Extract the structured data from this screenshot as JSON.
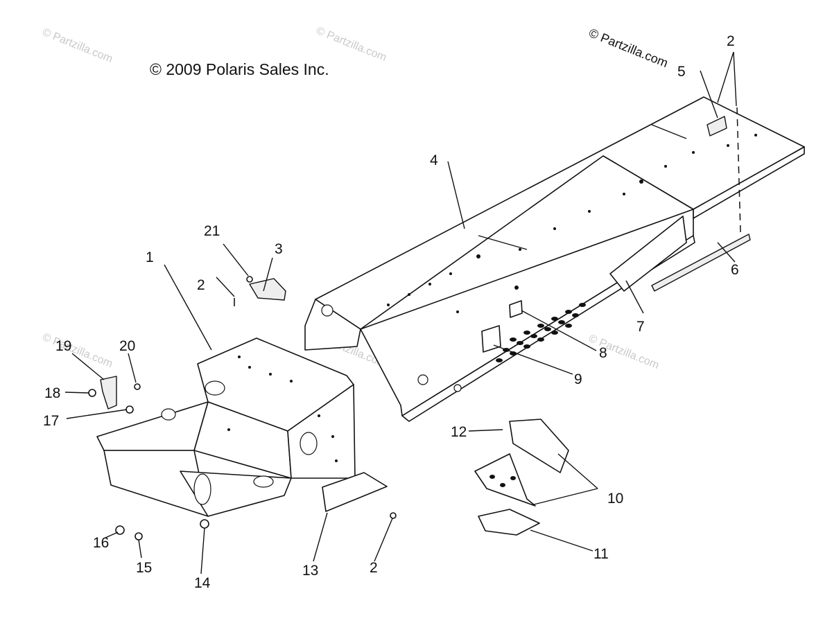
{
  "copyright": "© 2009 Polaris Sales Inc.",
  "watermarks": {
    "faint_label": "© Partzilla.com",
    "dark_label": "© Partzilla.com"
  },
  "callouts": [
    {
      "id": "c1",
      "label": "1"
    },
    {
      "id": "c2a",
      "label": "2"
    },
    {
      "id": "c2b",
      "label": "2"
    },
    {
      "id": "c2c",
      "label": "2"
    },
    {
      "id": "c3",
      "label": "3"
    },
    {
      "id": "c4",
      "label": "4"
    },
    {
      "id": "c5",
      "label": "5"
    },
    {
      "id": "c6",
      "label": "6"
    },
    {
      "id": "c7",
      "label": "7"
    },
    {
      "id": "c8",
      "label": "8"
    },
    {
      "id": "c9",
      "label": "9"
    },
    {
      "id": "c10",
      "label": "10"
    },
    {
      "id": "c11",
      "label": "11"
    },
    {
      "id": "c12",
      "label": "12"
    },
    {
      "id": "c13",
      "label": "13"
    },
    {
      "id": "c14",
      "label": "14"
    },
    {
      "id": "c15",
      "label": "15"
    },
    {
      "id": "c16",
      "label": "16"
    },
    {
      "id": "c17",
      "label": "17"
    },
    {
      "id": "c18",
      "label": "18"
    },
    {
      "id": "c19",
      "label": "19"
    },
    {
      "id": "c20",
      "label": "20"
    },
    {
      "id": "c21",
      "label": "21"
    }
  ]
}
